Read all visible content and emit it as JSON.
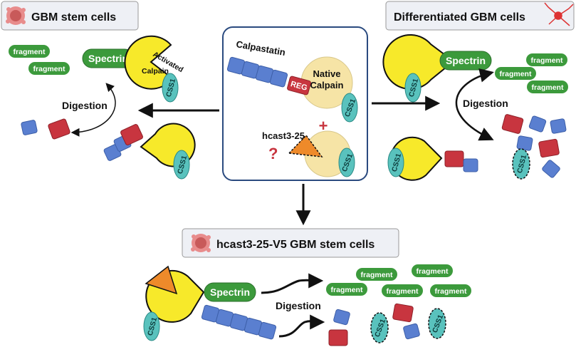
{
  "panels": {
    "top_left": {
      "title": "GBM stem cells"
    },
    "top_right": {
      "title": "Differentiated GBM cells"
    },
    "bottom": {
      "title": "hcast3-25-V5 GBM stem cells"
    }
  },
  "center": {
    "calpastatin": "Calpastatin",
    "reg": "REG",
    "native_calpain_1": "Native",
    "native_calpain_2": "Calpain",
    "plus": "+",
    "hcast": "hcast3-25",
    "question": "?"
  },
  "labels": {
    "spectrin": "Spectrin",
    "fragment": "fragment",
    "css1": "CSS1",
    "digestion": "Digestion",
    "activated_1": "Activated",
    "activated_2": "Calpain"
  },
  "colors": {
    "spectrin_green": "#3c9a3c",
    "pacman_yellow": "#f7e92a",
    "css1_teal": "#59c2bd",
    "calpain_cream": "#f6e4a6",
    "blue_block": "#5a7fd0",
    "red_block": "#c8353f",
    "orange_inhibitor": "#ee8a2a",
    "box_border": "#2a4a7f"
  }
}
